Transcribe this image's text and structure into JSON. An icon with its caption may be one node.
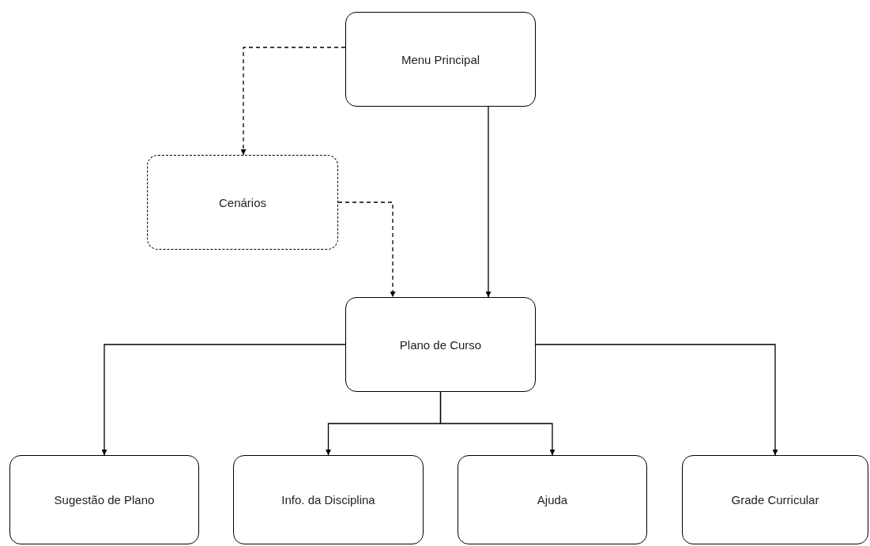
{
  "diagram": {
    "nodes": [
      {
        "text": [
          "Menu Principal"
        ]
      },
      {
        "text": [
          "Cenários"
        ]
      },
      {
        "text": [
          "Plano de Curso"
        ]
      },
      {
        "text": [
          "Sugestão de Plano"
        ]
      },
      {
        "text": [
          "Info. da Disciplina"
        ]
      },
      {
        "text": [
          "Ajuda"
        ]
      },
      {
        "text": [
          "Grade Curricular"
        ]
      }
    ],
    "edges": [
      {
        "from": 0,
        "to": 1,
        "arrow": "to",
        "style": "dashed"
      },
      {
        "from": 1,
        "to": 2,
        "arrow": "to",
        "style": "dashed"
      },
      {
        "from": 0,
        "to": 2,
        "arrow": "to"
      },
      {
        "from": 2,
        "to": 3,
        "arrow": "to"
      },
      {
        "from": 2,
        "to": 4,
        "arrow": "to"
      },
      {
        "from": 2,
        "to": 5,
        "arrow": "to"
      },
      {
        "from": 2,
        "to": 6,
        "arrow": "to"
      }
    ]
  }
}
